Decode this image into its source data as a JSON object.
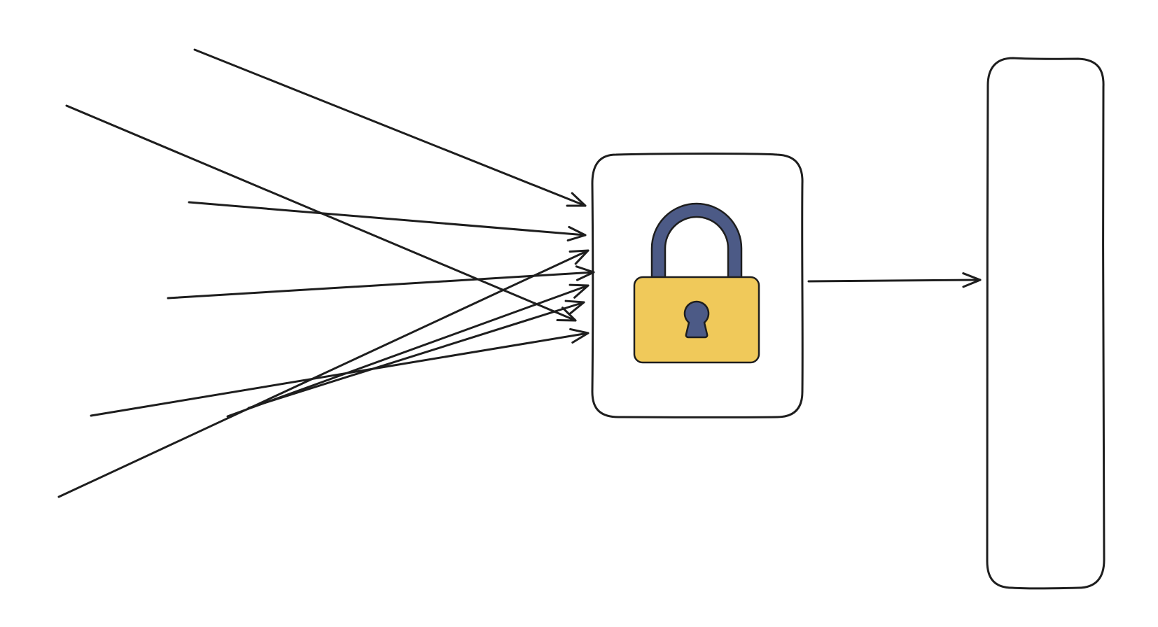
{
  "diagram": {
    "description_free": true,
    "colors": {
      "background": "#ffffff",
      "ink": "#1e1e1e",
      "lock_body": "#f0c95a",
      "lock_shackle": "#4c5a86",
      "keyhole": "#4c5a86"
    },
    "nodes": [
      {
        "id": "lock-box",
        "shape": "rounded-rectangle",
        "icon": "padlock-icon",
        "label": ""
      },
      {
        "id": "tall-box",
        "shape": "rounded-rectangle",
        "label": ""
      }
    ],
    "edges": {
      "incoming_arrow_count": 8,
      "into": "lock-box",
      "outgoing": {
        "from": "lock-box",
        "to": "tall-box"
      }
    }
  }
}
